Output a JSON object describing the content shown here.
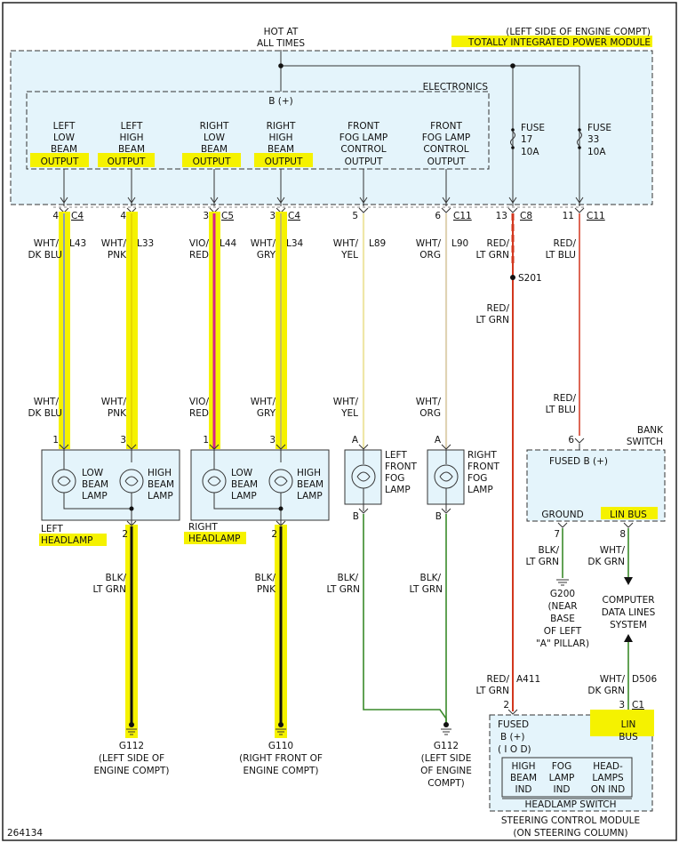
{
  "header": {
    "hot_line1": "HOT AT",
    "hot_line2": "ALL TIMES",
    "tipm_loc": "(LEFT SIDE OF ENGINE COMPT)",
    "tipm_name": "TOTALLY INTEGRATED POWER MODULE"
  },
  "electronics": {
    "label": "ELECTRONICS",
    "bplus": "B (+)",
    "outputs": [
      {
        "l1": "LEFT",
        "l2": "LOW",
        "l3": "BEAM",
        "l4": "OUTPUT"
      },
      {
        "l1": "LEFT",
        "l2": "HIGH",
        "l3": "BEAM",
        "l4": "OUTPUT"
      },
      {
        "l1": "RIGHT",
        "l2": "LOW",
        "l3": "BEAM",
        "l4": "OUTPUT"
      },
      {
        "l1": "RIGHT",
        "l2": "HIGH",
        "l3": "BEAM",
        "l4": "OUTPUT"
      },
      {
        "l1": "",
        "l2": "FRONT",
        "l3": "FOG LAMP",
        "l4": "CONTROL",
        "l5": "OUTPUT"
      },
      {
        "l1": "",
        "l2": "FRONT",
        "l3": "FOG LAMP",
        "l4": "CONTROL",
        "l5": "OUTPUT"
      }
    ]
  },
  "fuses": [
    {
      "label": "FUSE",
      "num": "17",
      "amps": "10A"
    },
    {
      "label": "FUSE",
      "num": "33",
      "amps": "10A"
    }
  ],
  "connectors": [
    {
      "pin": "4",
      "conn": "C4"
    },
    {
      "pin": "4",
      "conn": ""
    },
    {
      "pin": "3",
      "conn": "C5"
    },
    {
      "pin": "3",
      "conn": "C4"
    },
    {
      "pin": "5",
      "conn": ""
    },
    {
      "pin": "6",
      "conn": "C11"
    },
    {
      "pin": "13",
      "conn": "C8"
    },
    {
      "pin": "11",
      "conn": "C11"
    }
  ],
  "wires_top": [
    {
      "color1": "WHT/",
      "color2": "DK BLU",
      "circuit": "L43"
    },
    {
      "color1": "WHT/",
      "color2": "PNK",
      "circuit": "L33"
    },
    {
      "color1": "VIO/",
      "color2": "RED",
      "circuit": "L44"
    },
    {
      "color1": "WHT/",
      "color2": "GRY",
      "circuit": "L34"
    },
    {
      "color1": "WHT/",
      "color2": "YEL",
      "circuit": "L89"
    },
    {
      "color1": "WHT/",
      "color2": "ORG",
      "circuit": "L90"
    },
    {
      "color1": "RED/",
      "color2": "LT GRN",
      "circuit": ""
    },
    {
      "color1": "RED/",
      "color2": "LT BLU",
      "circuit": ""
    }
  ],
  "splice": {
    "name": "S201",
    "color1": "RED/",
    "color2": "LT GRN"
  },
  "wires_mid": [
    {
      "color1": "WHT/",
      "color2": "DK BLU"
    },
    {
      "color1": "WHT/",
      "color2": "PNK"
    },
    {
      "color1": "VIO/",
      "color2": "RED"
    },
    {
      "color1": "WHT/",
      "color2": "GRY"
    },
    {
      "color1": "WHT/",
      "color2": "YEL"
    },
    {
      "color1": "WHT/",
      "color2": "ORG"
    },
    {
      "color1": "RED/",
      "color2": "LT BLU"
    }
  ],
  "lamp_pins": [
    "1",
    "3",
    "1",
    "3",
    "A",
    "A",
    "6"
  ],
  "headlamps": {
    "low_l1": "LOW",
    "low_l2": "BEAM",
    "low_l3": "LAMP",
    "high_l1": "HIGH",
    "high_l2": "BEAM",
    "high_l3": "LAMP",
    "left_name1": "LEFT",
    "left_name2": "HEADLAMP",
    "right_name1": "RIGHT",
    "right_name2": "HEADLAMP",
    "pin_bottom": "2"
  },
  "fog_lamps": {
    "left": {
      "l1": "LEFT",
      "l2": "FRONT",
      "l3": "FOG",
      "l4": "LAMP"
    },
    "right": {
      "l1": "RIGHT",
      "l2": "FRONT",
      "l3": "FOG",
      "l4": "LAMP"
    },
    "pin_bottom": "B"
  },
  "bank_switch": {
    "name1": "BANK",
    "name2": "SWITCH",
    "fused": "FUSED B (+)",
    "ground": "GROUND",
    "linbus": "LIN BUS",
    "pin_ground": "7",
    "pin_lin": "8",
    "gnd_color1": "BLK/",
    "gnd_color2": "LT GRN",
    "lin_color1": "WHT/",
    "lin_color2": "DK GRN"
  },
  "g200": {
    "name": "G200",
    "l1": "(NEAR",
    "l2": "BASE",
    "l3": "OF LEFT",
    "l4": "\"A\" PILLAR)"
  },
  "data_lines": {
    "l1": "COMPUTER",
    "l2": "DATA LINES",
    "l3": "SYSTEM"
  },
  "ground_wires": [
    {
      "color1": "BLK/",
      "color2": "LT GRN"
    },
    {
      "color1": "BLK/",
      "color2": "PNK"
    },
    {
      "color1": "BLK/",
      "color2": "LT GRN"
    },
    {
      "color1": "BLK/",
      "color2": "LT GRN"
    }
  ],
  "grounds": [
    {
      "name": "G112",
      "l1": "(LEFT SIDE OF",
      "l2": "ENGINE COMPT)",
      "l3": ""
    },
    {
      "name": "G110",
      "l1": "(RIGHT FRONT OF",
      "l2": "ENGINE COMPT)",
      "l3": ""
    },
    {
      "name": "G112",
      "l1": "(LEFT SIDE",
      "l2": "OF ENGINE",
      "l3": "COMPT)"
    }
  ],
  "scm_wires": {
    "fused_color1": "RED/",
    "fused_color2": "LT GRN",
    "fused_circuit": "A411",
    "fused_pin": "2",
    "lin_color1": "WHT/",
    "lin_color2": "DK GRN",
    "lin_circuit": "D506",
    "lin_pin": "3",
    "lin_conn": "C1"
  },
  "scm": {
    "fused1": "FUSED",
    "fused2": "B (+)",
    "fused3": "( I O D)",
    "lin1": "LIN",
    "lin2": "BUS",
    "ind1a": "HIGH",
    "ind1b": "BEAM",
    "ind1c": "IND",
    "ind2a": "FOG",
    "ind2b": "LAMP",
    "ind2c": "IND",
    "ind3a": "HEAD-",
    "ind3b": "LAMPS",
    "ind3c": "ON IND",
    "switch": "HEADLAMP SWITCH",
    "name": "STEERING CONTROL MODULE",
    "loc": "(ON STEERING COLUMN)"
  },
  "figure_id": "264134",
  "colors": {
    "highlight": "#f5f200",
    "module_fill": "#e4f4fb",
    "wire_red": "#d2371e",
    "wire_magenta": "#d8208a",
    "wire_green": "#3a8a2a",
    "wire_tan": "#e0d3b4",
    "wire_yellow": "#efe7a8",
    "wire_black": "#111111",
    "wire_blue_grey": "#6d88a2",
    "wire_gray": "#9a9a9a"
  }
}
